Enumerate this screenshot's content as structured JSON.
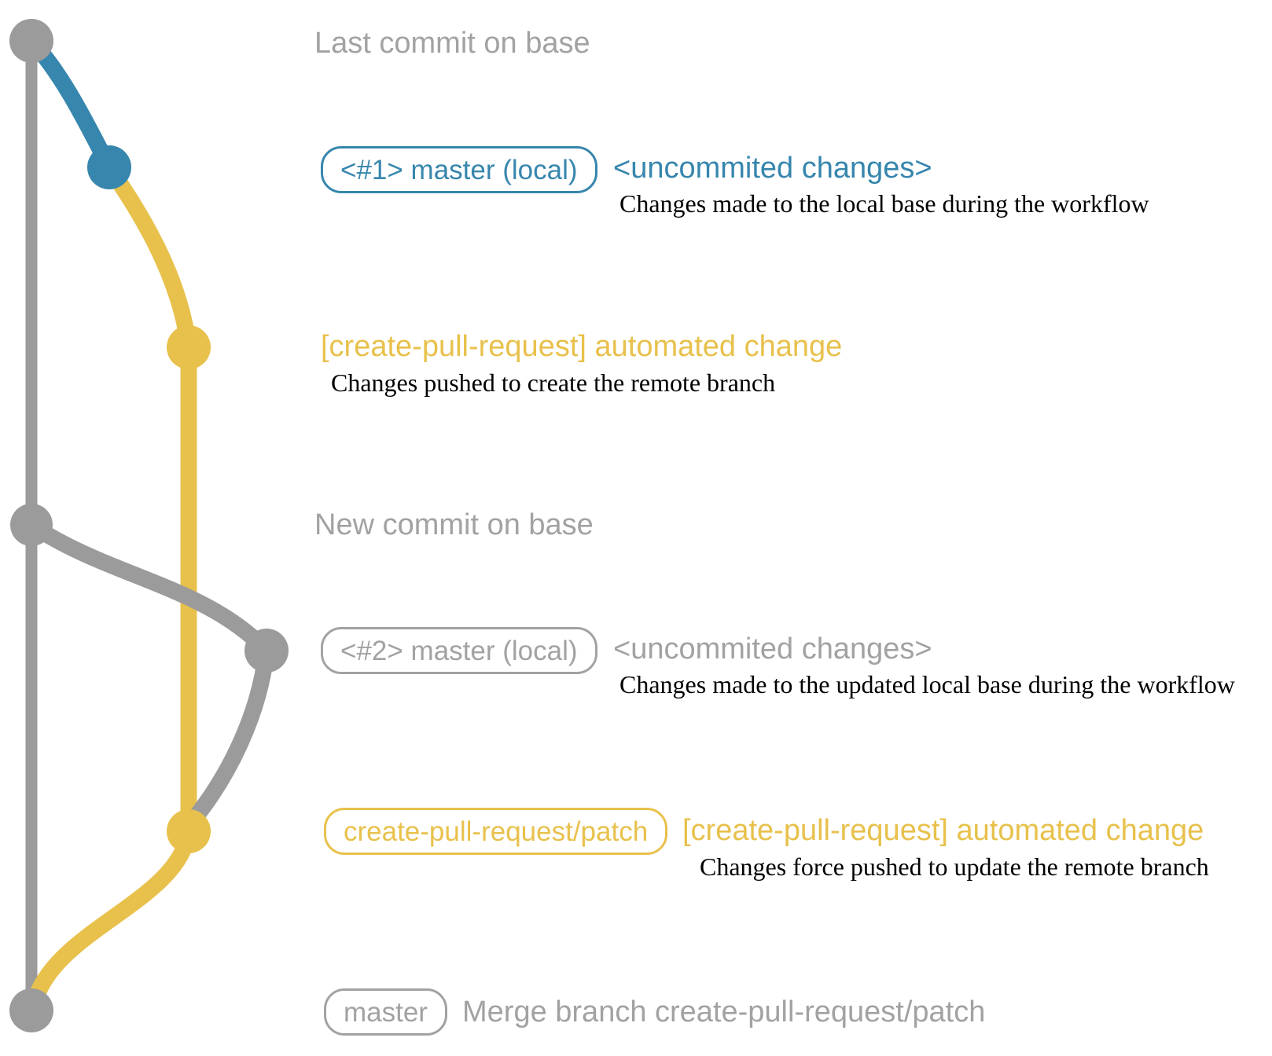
{
  "colors": {
    "graph_gray": "#9b9b9b",
    "branch_blue": "#3786ad",
    "branch_yellow": "#e8c14c",
    "text_gray": "#a2a2a2",
    "desc_black": "#000000"
  },
  "annotations": {
    "last_commit": "Last commit on base",
    "new_commit": "New commit on base"
  },
  "entries": {
    "local1": {
      "badge": "<#1> master (local)",
      "label": "<uncommited changes>",
      "desc": "Changes made to the local base during the workflow"
    },
    "push1": {
      "label": "[create-pull-request] automated change",
      "desc": "Changes pushed to create the remote branch"
    },
    "local2": {
      "badge": "<#2> master (local)",
      "label": "<uncommited changes>",
      "desc": "Changes made to the updated local base during the workflow"
    },
    "push2": {
      "badge": "create-pull-request/patch",
      "label": "[create-pull-request] automated change",
      "desc": "Changes force pushed to update the remote branch"
    },
    "merge": {
      "badge": "master",
      "label": "Merge branch create-pull-request/patch"
    }
  },
  "graph": {
    "node_colors_top_to_bottom": [
      "gray",
      "blue",
      "yellow",
      "gray",
      "gray",
      "yellow",
      "gray"
    ],
    "branch_order_left_to_right": [
      "base",
      "blue-local-1",
      "yellow-remote-patch",
      "gray-local-2"
    ]
  }
}
